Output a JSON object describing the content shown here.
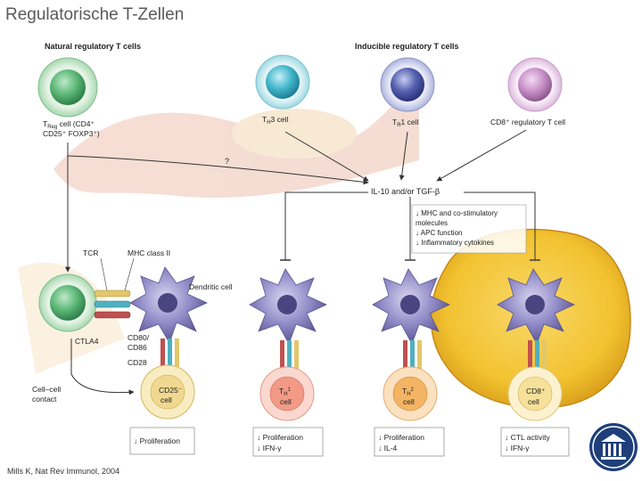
{
  "slide": {
    "title": "Regulatorische T-Zellen",
    "citation": "Mills K, Nat Rev Immunol, 2004"
  },
  "diagram": {
    "heading_natural": "Natural regulatory T cells",
    "heading_inducible": "Inducible regulatory T cells",
    "treg_label_1": "T",
    "treg_label_sub": "Reg",
    "treg_label_2": " cell (CD4⁺",
    "treg_label_3": "CD25⁺ FOXP3⁺)",
    "th3_label_1": "T",
    "th3_label_sub": "H",
    "th3_label_2": "3 cell",
    "tr1_label_1": "T",
    "tr1_label_sub": "R",
    "tr1_label_2": "1 cell",
    "cd8_label": "CD8⁺ regulatory T cell",
    "question_mark": "?",
    "cytokines": "IL-10 and/or TGF-β",
    "effects": [
      "↓ MHC and co-stimulatory",
      "   molecules",
      "↓ APC function",
      "↓ Inflammatory cytokines"
    ],
    "tcr_label": "TCR",
    "mhc_label": "MHC class II",
    "dc_label": "Dendritic cell",
    "costim_1": "CD80/",
    "costim_2": "CD86",
    "cd28_label": "CD28",
    "ctla4_label": "CTLA4",
    "contact_1": "Cell–cell",
    "contact_2": "contact",
    "target_cd25_1": "CD25⁻",
    "target_cd25_2": "cell",
    "target_th1_1": "T",
    "target_th1_sub": "H",
    "target_th1_sup": "1",
    "target_th1_2": "cell",
    "target_th2_1": "T",
    "target_th2_sub": "H",
    "target_th2_sup": "2",
    "target_th2_2": "cell",
    "target_cd8_1": "CD8⁺",
    "target_cd8_2": "cell",
    "outcome_1": "↓ Proliferation",
    "outcome_2a": "↓ Proliferation",
    "outcome_2b": "↓ IFN-γ",
    "outcome_3a": "↓ Proliferation",
    "outcome_3b": "↓ IL-4",
    "outcome_4a": "↓ CTL activity",
    "outcome_4b": "↓ IFN-γ"
  },
  "colors": {
    "treg_cell": "#4aa86a",
    "th3_cell": "#3bb3c8",
    "tr1_cell": "#4a55a8",
    "cd8_cell": "#c890c8",
    "dendritic_cell": "#8c86c4",
    "tumor": "#f2c230",
    "target_cd25": "#f0d890",
    "target_th1": "#f29a86",
    "target_th2": "#f3b463",
    "target_cd8": "#f6e09a"
  }
}
